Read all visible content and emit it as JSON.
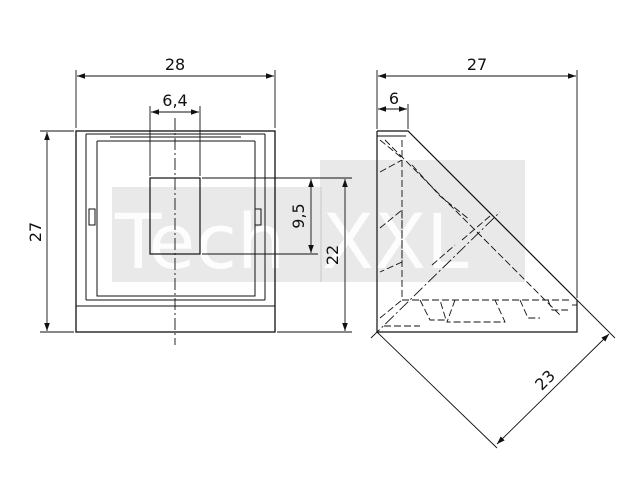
{
  "watermark": {
    "brand": "TechXXL"
  },
  "front_view": {
    "width_dim": "28",
    "slot_width_dim": "6,4",
    "height_dim": "27",
    "slot_height_dim": "9,5",
    "inner_height_dim": "22"
  },
  "side_view": {
    "width_dim": "27",
    "edge_dim": "6",
    "diagonal_dim": "23"
  }
}
